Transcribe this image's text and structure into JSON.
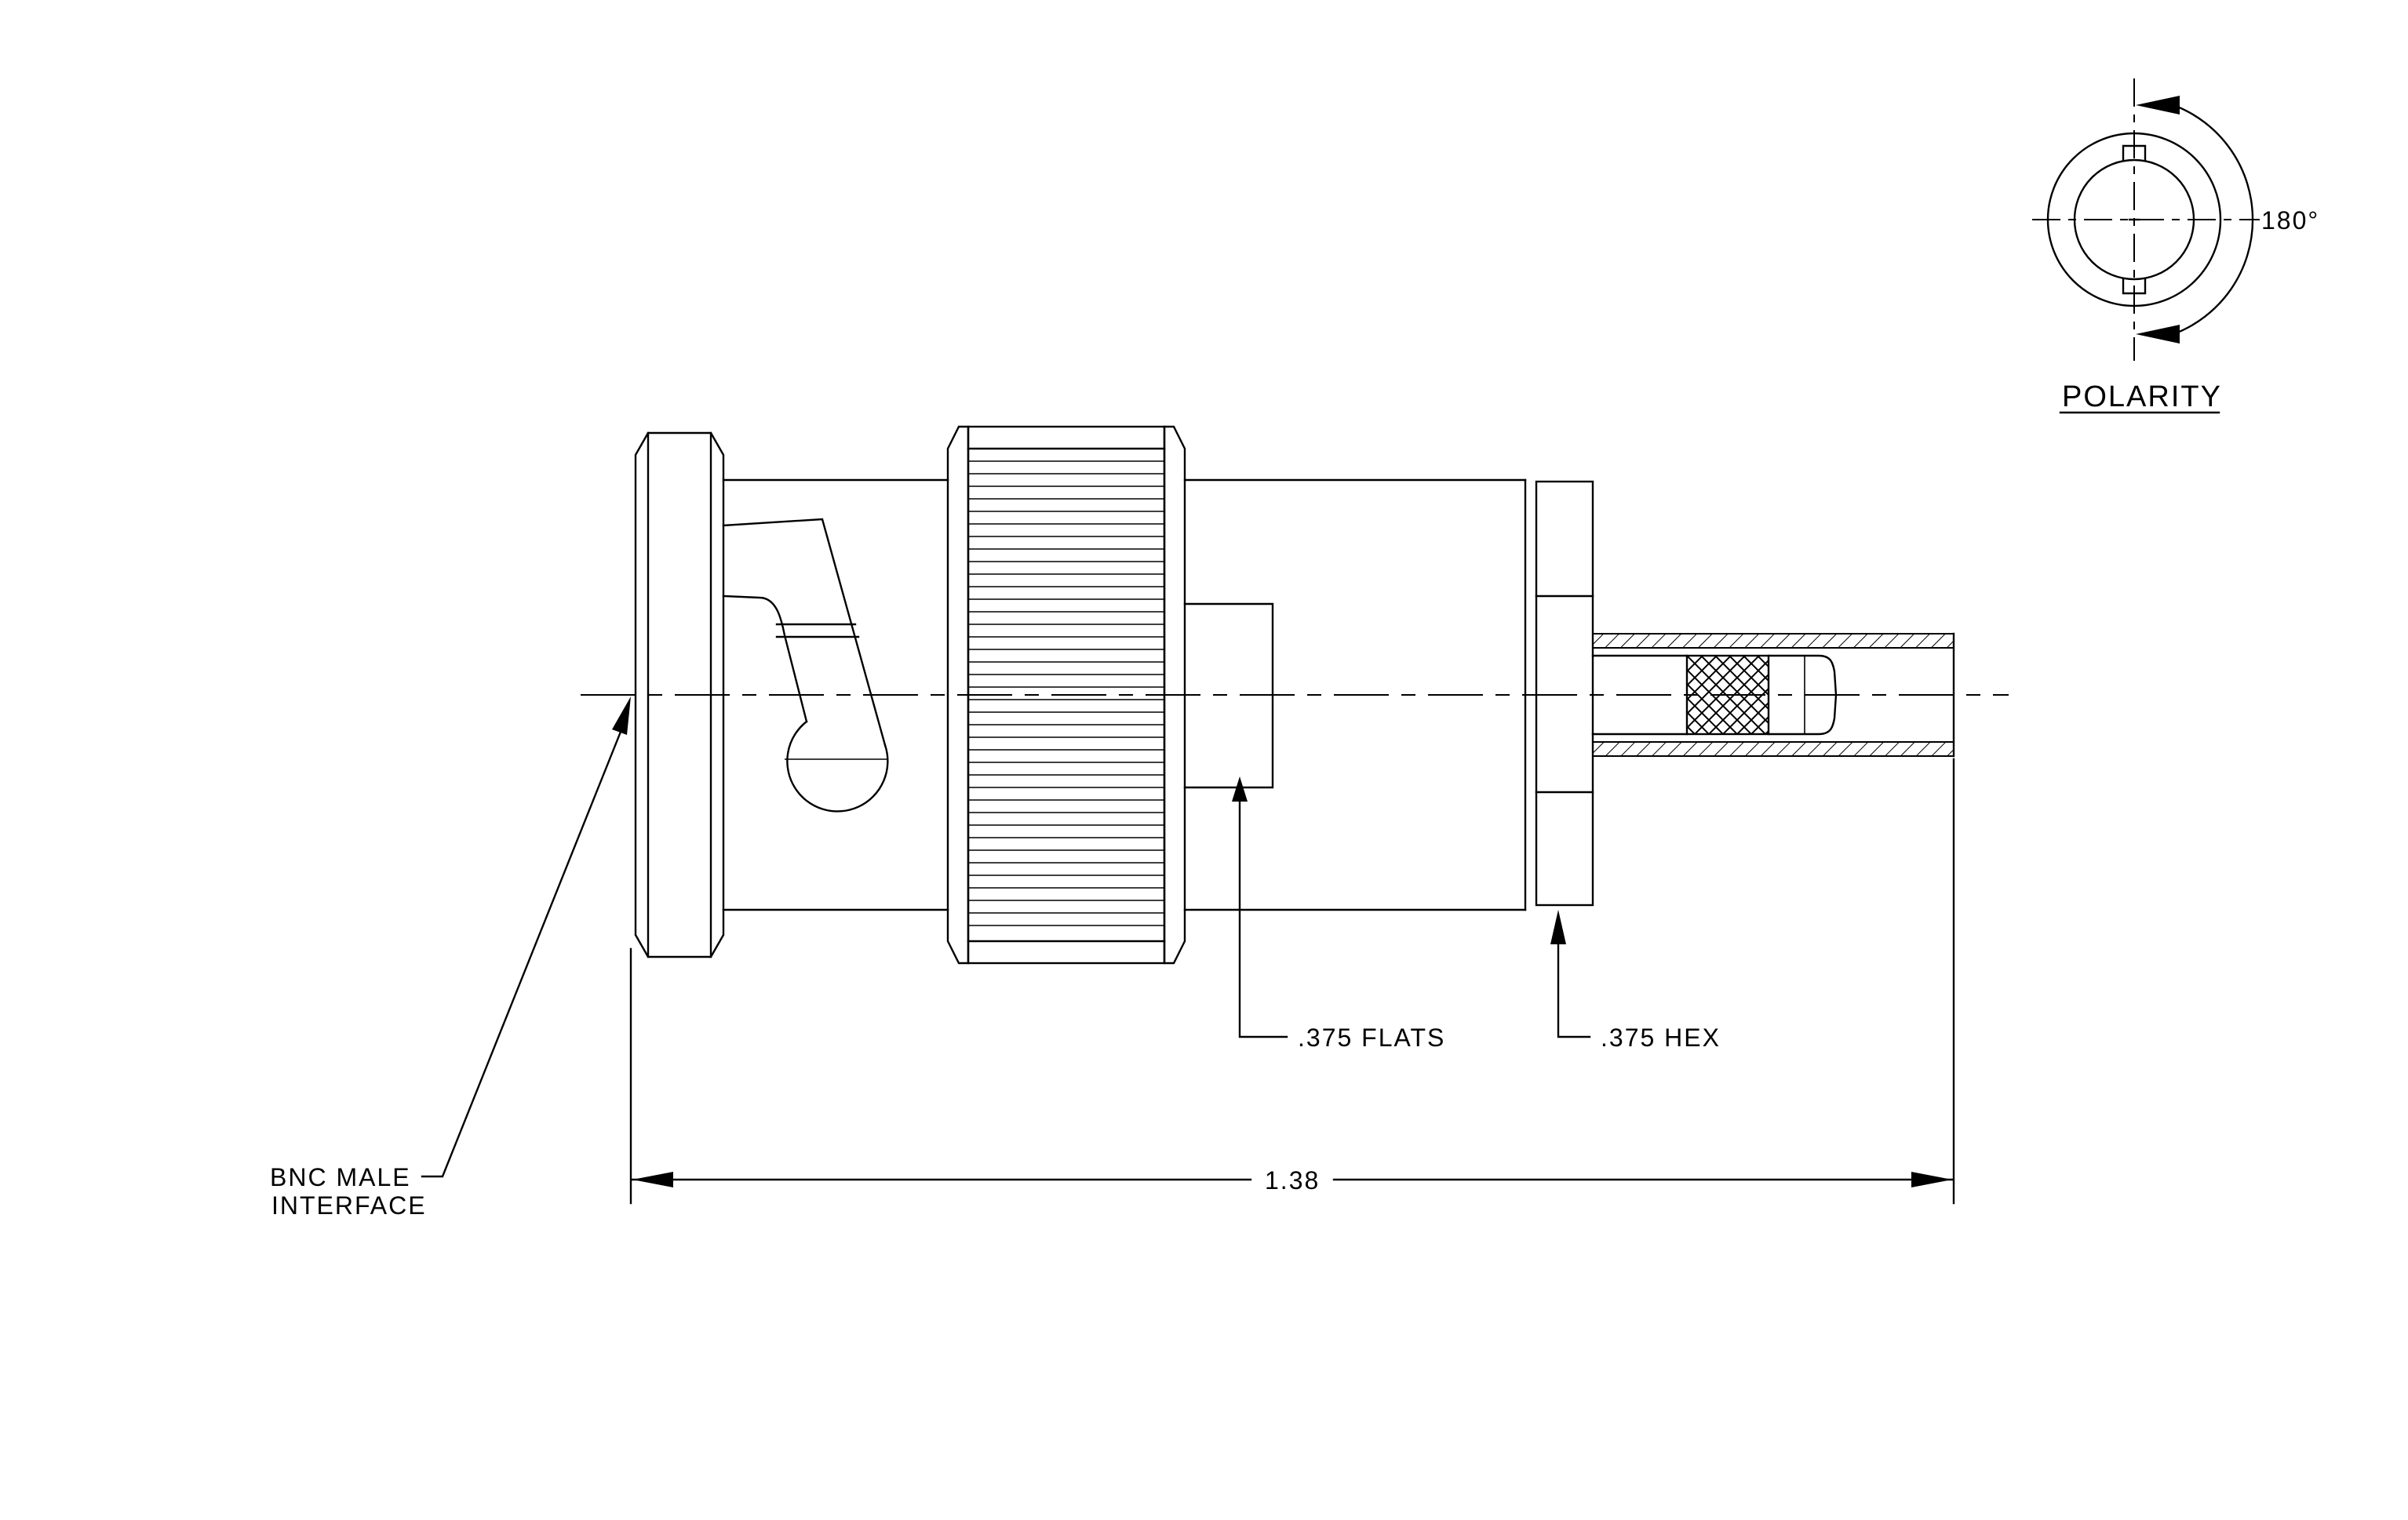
{
  "labels": {
    "flats": ".375  FLATS",
    "hex": ".375  HEX",
    "length": "1.38",
    "interface_line1": "BNC  MALE",
    "interface_line2": "INTERFACE",
    "polarity_title": "POLARITY",
    "polarity_angle": "180°"
  },
  "colors": {
    "line": "#000000",
    "background": "#ffffff"
  }
}
